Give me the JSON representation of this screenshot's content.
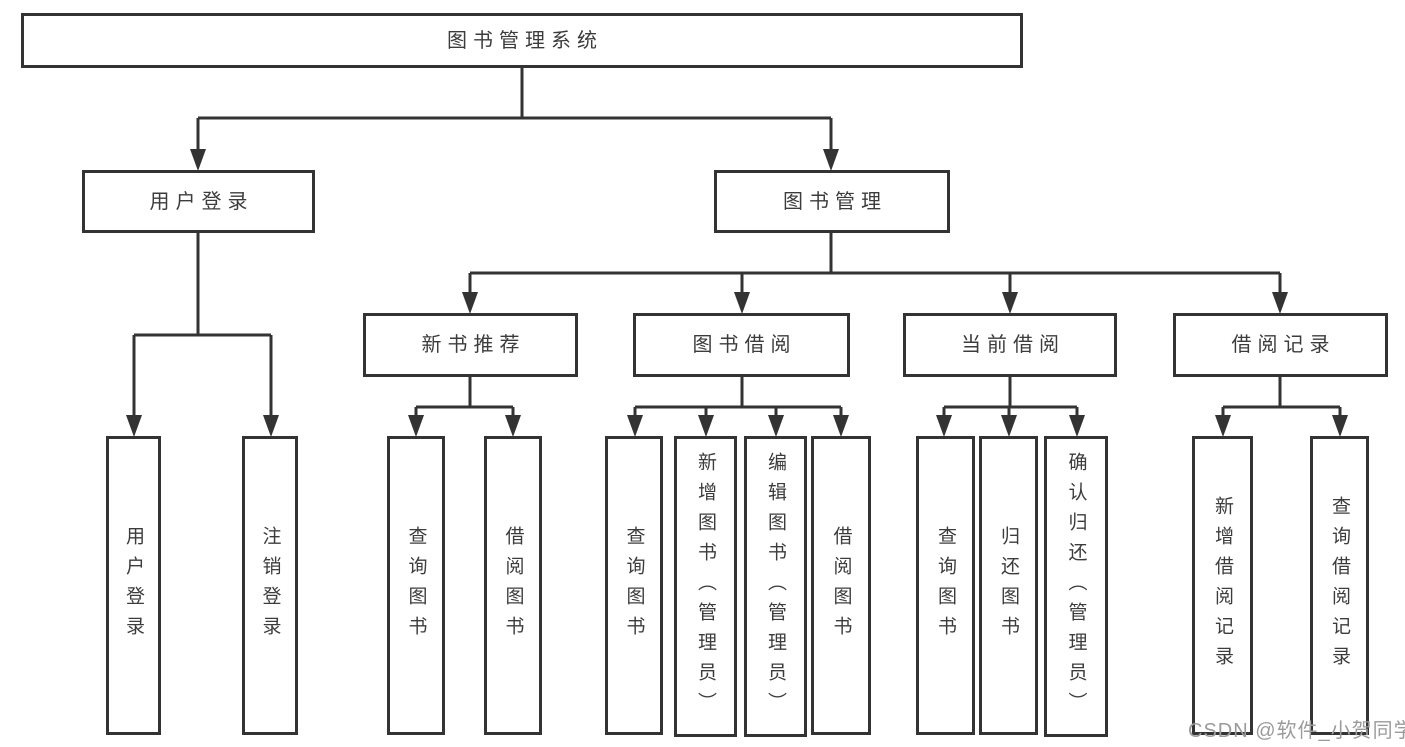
{
  "diagram_title": "图书管理系统",
  "nodes": {
    "root": {
      "label": "图书管理系统"
    },
    "user_login": {
      "label": "用户登录"
    },
    "book_mgmt": {
      "label": "图书管理"
    },
    "new_book_rec": {
      "label": "新书推荐"
    },
    "book_borrow": {
      "label": "图书借阅"
    },
    "current_borrow": {
      "label": "当前借阅"
    },
    "borrow_records": {
      "label": "借阅记录"
    },
    "leaf_user_login": {
      "label": "用户登录"
    },
    "leaf_logout": {
      "label": "注销登录"
    },
    "leaf_query_books_rec": {
      "label": "查询图书"
    },
    "leaf_borrow_books_rec": {
      "label": "借阅图书"
    },
    "leaf_query_books_borrow": {
      "label": "查询图书"
    },
    "leaf_add_book": {
      "label": "新增图书（管理员）"
    },
    "leaf_edit_book": {
      "label": "编辑图书（管理员）"
    },
    "leaf_borrow_books": {
      "label": "借阅图书"
    },
    "leaf_query_books_current": {
      "label": "查询图书"
    },
    "leaf_return_book": {
      "label": "归还图书"
    },
    "leaf_confirm_return": {
      "label": "确认归还（管理员）"
    },
    "leaf_add_borrow_record": {
      "label": "新增借阅记录"
    },
    "leaf_query_borrow_record": {
      "label": "查询借阅记录"
    }
  },
  "hierarchy": {
    "图书管理系统": {
      "用户登录": [
        "用户登录",
        "注销登录"
      ],
      "图书管理": {
        "新书推荐": [
          "查询图书",
          "借阅图书"
        ],
        "图书借阅": [
          "查询图书",
          "新增图书（管理员）",
          "编辑图书（管理员）",
          "借阅图书"
        ],
        "当前借阅": [
          "查询图书",
          "归还图书",
          "确认归还（管理员）"
        ],
        "借阅记录": [
          "新增借阅记录",
          "查询借阅记录"
        ]
      }
    }
  },
  "watermark": {
    "text": "CSDN @软件_小贺同学"
  },
  "colors": {
    "line": "#333333",
    "box_border": "#333333",
    "text": "#3c3c3c",
    "watermark": "#9b9b9b",
    "background": "#ffffff"
  }
}
